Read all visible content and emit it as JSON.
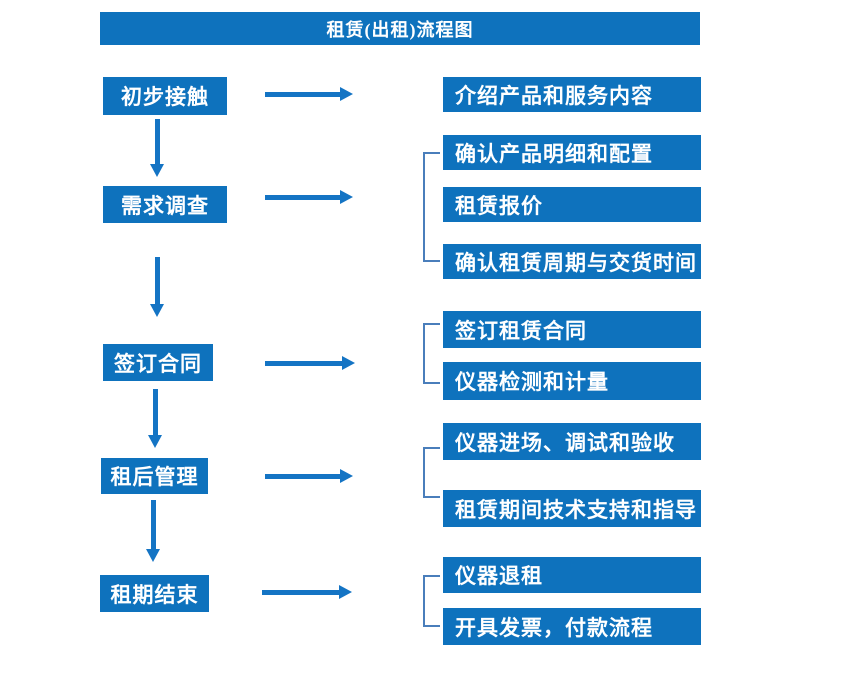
{
  "title": "租赁(出租)流程图",
  "colors": {
    "primary": "#0E72BD",
    "arrow": "#1474C4",
    "bracket": "#4A7EBB"
  },
  "stages": [
    {
      "label": "初步接触",
      "details": [
        "介绍产品和服务内容"
      ]
    },
    {
      "label": "需求调查",
      "details": [
        "确认产品明细和配置",
        "租赁报价",
        "确认租赁周期与交货时间"
      ]
    },
    {
      "label": "签订合同",
      "details": [
        "签订租赁合同",
        "仪器检测和计量"
      ]
    },
    {
      "label": "租后管理",
      "details": [
        "仪器进场、调试和验收",
        "租赁期间技术支持和指导"
      ]
    },
    {
      "label": "租期结束",
      "details": [
        "仪器退租",
        "开具发票，付款流程"
      ]
    }
  ]
}
